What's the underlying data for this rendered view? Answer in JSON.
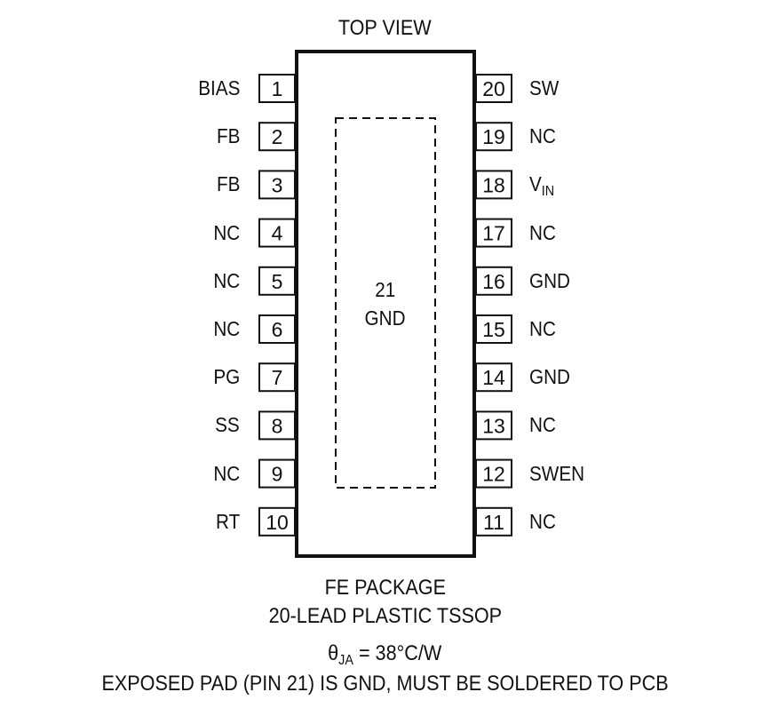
{
  "title": "TOP VIEW",
  "left_pins": [
    {
      "num": "1",
      "name": "BIAS"
    },
    {
      "num": "2",
      "name": "FB"
    },
    {
      "num": "3",
      "name": "FB"
    },
    {
      "num": "4",
      "name": "NC"
    },
    {
      "num": "5",
      "name": "NC"
    },
    {
      "num": "6",
      "name": "NC"
    },
    {
      "num": "7",
      "name": "PG"
    },
    {
      "num": "8",
      "name": "SS"
    },
    {
      "num": "9",
      "name": "NC"
    },
    {
      "num": "10",
      "name": "RT"
    }
  ],
  "right_pins": [
    {
      "num": "20",
      "name": "SW"
    },
    {
      "num": "19",
      "name": "NC"
    },
    {
      "num": "18",
      "name": "V",
      "sub": "IN"
    },
    {
      "num": "17",
      "name": "NC"
    },
    {
      "num": "16",
      "name": "GND"
    },
    {
      "num": "15",
      "name": "NC"
    },
    {
      "num": "14",
      "name": "GND"
    },
    {
      "num": "13",
      "name": "NC"
    },
    {
      "num": "12",
      "name": "SWEN"
    },
    {
      "num": "11",
      "name": "NC"
    }
  ],
  "exposed_pad": {
    "num": "21",
    "name": "GND"
  },
  "package_name": "FE PACKAGE",
  "package_type": "20-LEAD PLASTIC TSSOP",
  "thermal": {
    "symbol": "θ",
    "sub": "JA",
    "value": " = 38°C/W"
  },
  "note": "EXPOSED PAD (PIN 21) IS GND, MUST BE SOLDERED TO PCB"
}
